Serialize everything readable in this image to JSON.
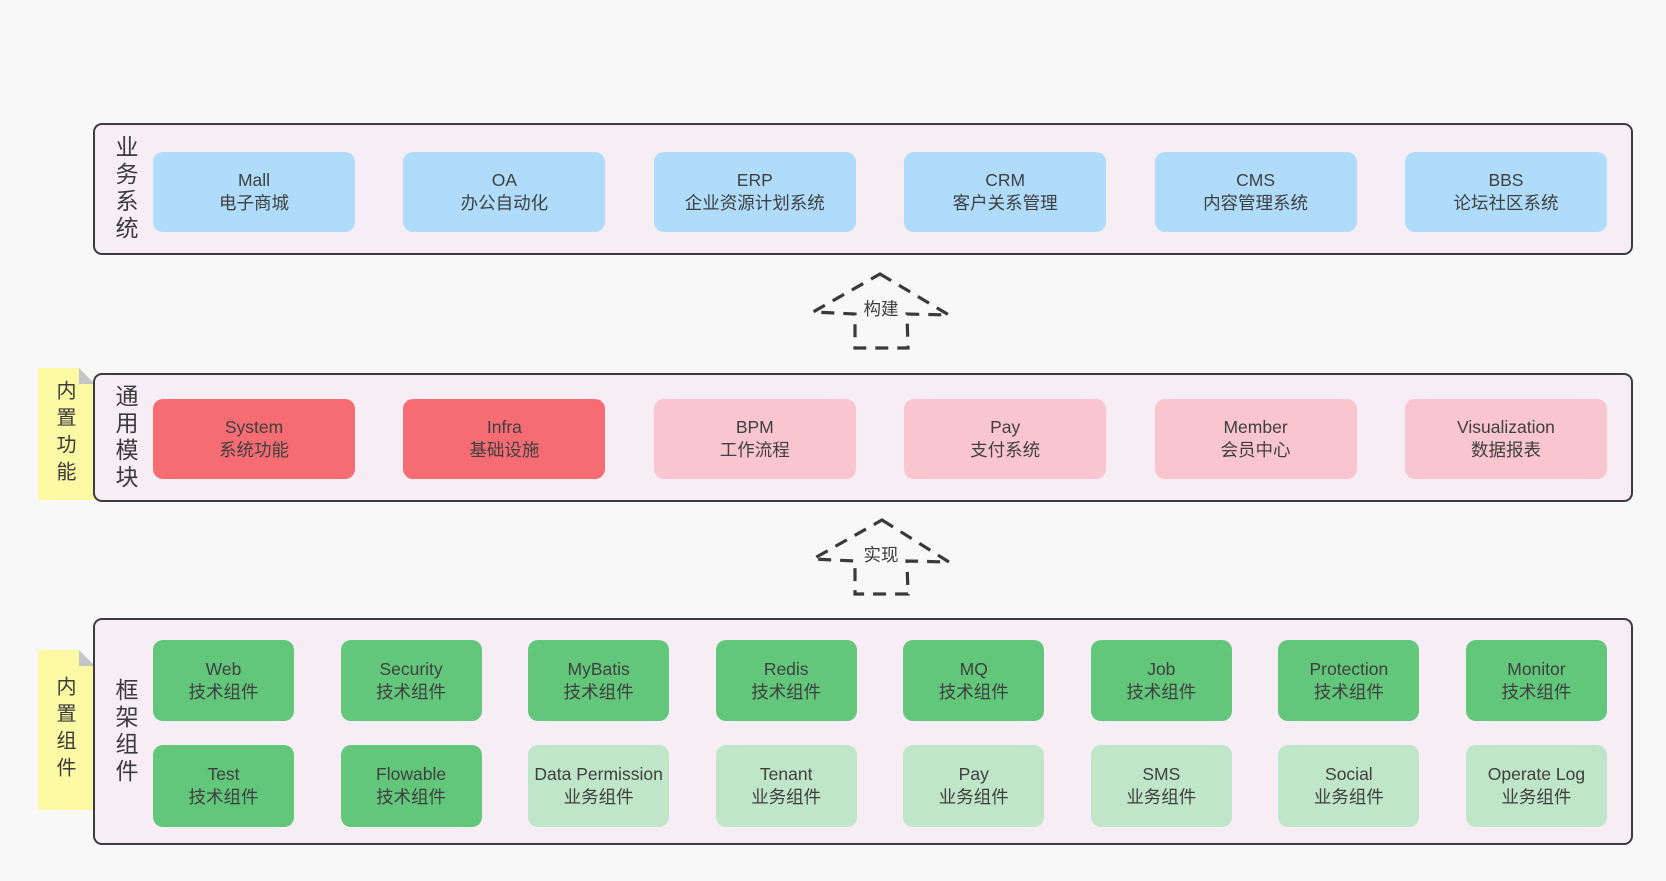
{
  "colors": {
    "page_bg": "#f8f8f8",
    "layer_bg": "#f7edf4",
    "layer_border": "#3c3c3c",
    "blue": "#aedcfa",
    "red": "#f56c72",
    "pink": "#f9c6cf",
    "green": "#63c77b",
    "light_green": "#bfe6c8",
    "yellow": "#fbf9a3",
    "fold": "#c5c5c5",
    "text": "#3f3f3f"
  },
  "layers": [
    {
      "id": "business",
      "label": "业务系统",
      "note": null,
      "rows": [
        [
          {
            "title": "Mall",
            "subtitle": "电子商城",
            "variant": "blue"
          },
          {
            "title": "OA",
            "subtitle": "办公自动化",
            "variant": "blue"
          },
          {
            "title": "ERP",
            "subtitle": "企业资源计划系统",
            "variant": "blue"
          },
          {
            "title": "CRM",
            "subtitle": "客户关系管理",
            "variant": "blue"
          },
          {
            "title": "CMS",
            "subtitle": "内容管理系统",
            "variant": "blue"
          },
          {
            "title": "BBS",
            "subtitle": "论坛社区系统",
            "variant": "blue"
          }
        ]
      ]
    },
    {
      "id": "modules",
      "label": "通用模块",
      "note": "内置功能",
      "rows": [
        [
          {
            "title": "System",
            "subtitle": "系统功能",
            "variant": "red"
          },
          {
            "title": "Infra",
            "subtitle": "基础设施",
            "variant": "red"
          },
          {
            "title": "BPM",
            "subtitle": "工作流程",
            "variant": "pink"
          },
          {
            "title": "Pay",
            "subtitle": "支付系统",
            "variant": "pink"
          },
          {
            "title": "Member",
            "subtitle": "会员中心",
            "variant": "pink"
          },
          {
            "title": "Visualization",
            "subtitle": "数据报表",
            "variant": "pink"
          }
        ]
      ]
    },
    {
      "id": "components",
      "label": "框架组件",
      "note": "内置组件",
      "rows": [
        [
          {
            "title": "Web",
            "subtitle": "技术组件",
            "variant": "green"
          },
          {
            "title": "Security",
            "subtitle": "技术组件",
            "variant": "green"
          },
          {
            "title": "MyBatis",
            "subtitle": "技术组件",
            "variant": "green"
          },
          {
            "title": "Redis",
            "subtitle": "技术组件",
            "variant": "green"
          },
          {
            "title": "MQ",
            "subtitle": "技术组件",
            "variant": "green"
          },
          {
            "title": "Job",
            "subtitle": "技术组件",
            "variant": "green"
          },
          {
            "title": "Protection",
            "subtitle": "技术组件",
            "variant": "green"
          },
          {
            "title": "Monitor",
            "subtitle": "技术组件",
            "variant": "green"
          }
        ],
        [
          {
            "title": "Test",
            "subtitle": "技术组件",
            "variant": "green"
          },
          {
            "title": "Flowable",
            "subtitle": "技术组件",
            "variant": "green"
          },
          {
            "title": "Data Permission",
            "subtitle": "业务组件",
            "variant": "light_green"
          },
          {
            "title": "Tenant",
            "subtitle": "业务组件",
            "variant": "light_green"
          },
          {
            "title": "Pay",
            "subtitle": "业务组件",
            "variant": "light_green"
          },
          {
            "title": "SMS",
            "subtitle": "业务组件",
            "variant": "light_green"
          },
          {
            "title": "Social",
            "subtitle": "业务组件",
            "variant": "light_green"
          },
          {
            "title": "Operate Log",
            "subtitle": "业务组件",
            "variant": "light_green"
          }
        ]
      ]
    }
  ],
  "arrows": [
    {
      "id": "build",
      "label": "构建"
    },
    {
      "id": "implement",
      "label": "实现"
    }
  ]
}
